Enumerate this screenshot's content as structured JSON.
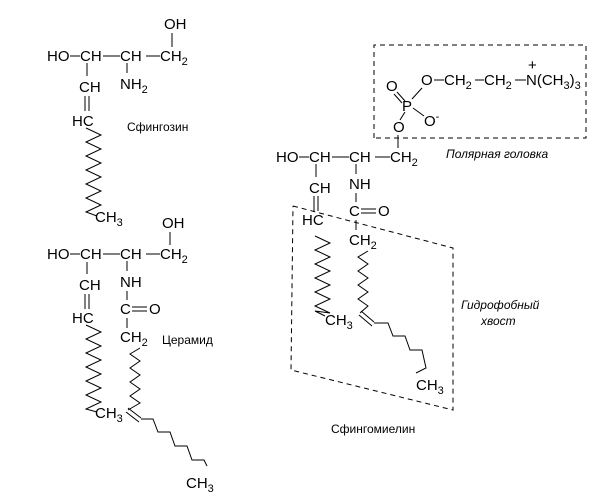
{
  "molecules": {
    "sphingosine": {
      "name": "Сфингозин",
      "atoms": {
        "oh_top": "OH",
        "ho": "HO",
        "ch1": "CH",
        "ch2": "CH",
        "ch2_end": "CH",
        "ch2_sub": "2",
        "nh2": "NH",
        "nh2_sub": "2",
        "ch_down": "CH",
        "hc": "HC",
        "ch3": "CH",
        "ch3_sub": "3"
      }
    },
    "ceramide": {
      "name": "Церамид",
      "atoms": {
        "oh_top": "OH",
        "ho": "HO",
        "ch1": "CH",
        "ch2": "CH",
        "ch2_end": "CH",
        "ch2_sub": "2",
        "nh": "NH",
        "c": "C",
        "o": "O",
        "ch2_acyl": "CH",
        "ch2_acyl_sub": "2",
        "ch_down": "CH",
        "hc": "HC",
        "ch3_a": "CH",
        "ch3_a_sub": "3",
        "ch3_b": "CH",
        "ch3_b_sub": "3"
      }
    },
    "sphingomyelin": {
      "name": "Сфингомиелин",
      "atoms": {
        "o1": "O",
        "p": "P",
        "o_dbl": "O",
        "o_minus": "O",
        "minus": "-",
        "o_link": "O",
        "ch2a": "CH",
        "ch2a_sub": "2",
        "ch2b": "CH",
        "ch2b_sub": "2",
        "n": "N(CH",
        "n_sub": "3",
        "n_close": ")",
        "n_sub2": "3",
        "plus": "+",
        "ho": "HO",
        "ch1": "CH",
        "ch2": "CH",
        "ch2_end": "CH",
        "ch2_sub": "2",
        "nh": "NH",
        "c": "C",
        "o": "O",
        "ch2_acyl": "CH",
        "ch2_acyl_sub": "2",
        "ch_down": "CH",
        "hc": "HC",
        "ch3_a": "CH",
        "ch3_a_sub": "3",
        "ch3_b": "CH",
        "ch3_b_sub": "3"
      }
    }
  },
  "annotations": {
    "polar_head": "Полярная головка",
    "hydrophobic_tail_line1": "Гидрофобный",
    "hydrophobic_tail_line2": "хвост"
  }
}
